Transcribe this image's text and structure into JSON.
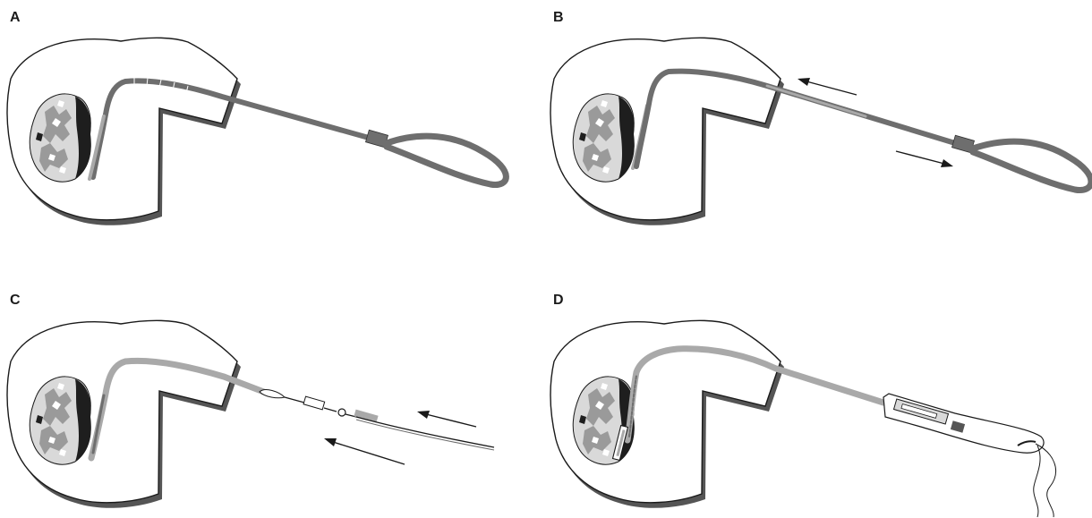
{
  "panels": [
    {
      "id": "A",
      "label": "A"
    },
    {
      "id": "B",
      "label": "B"
    },
    {
      "id": "C",
      "label": "C"
    },
    {
      "id": "D",
      "label": "D"
    }
  ],
  "colors": {
    "outline": "#1a1a1a",
    "shadow": "#555555",
    "instrument_dark": "#6e6e6e",
    "instrument_light": "#a9a9a9",
    "tissue_light": "#d9d9d9",
    "tissue_mid": "#9a9a9a",
    "tissue_dark": "#1e1e1e"
  }
}
